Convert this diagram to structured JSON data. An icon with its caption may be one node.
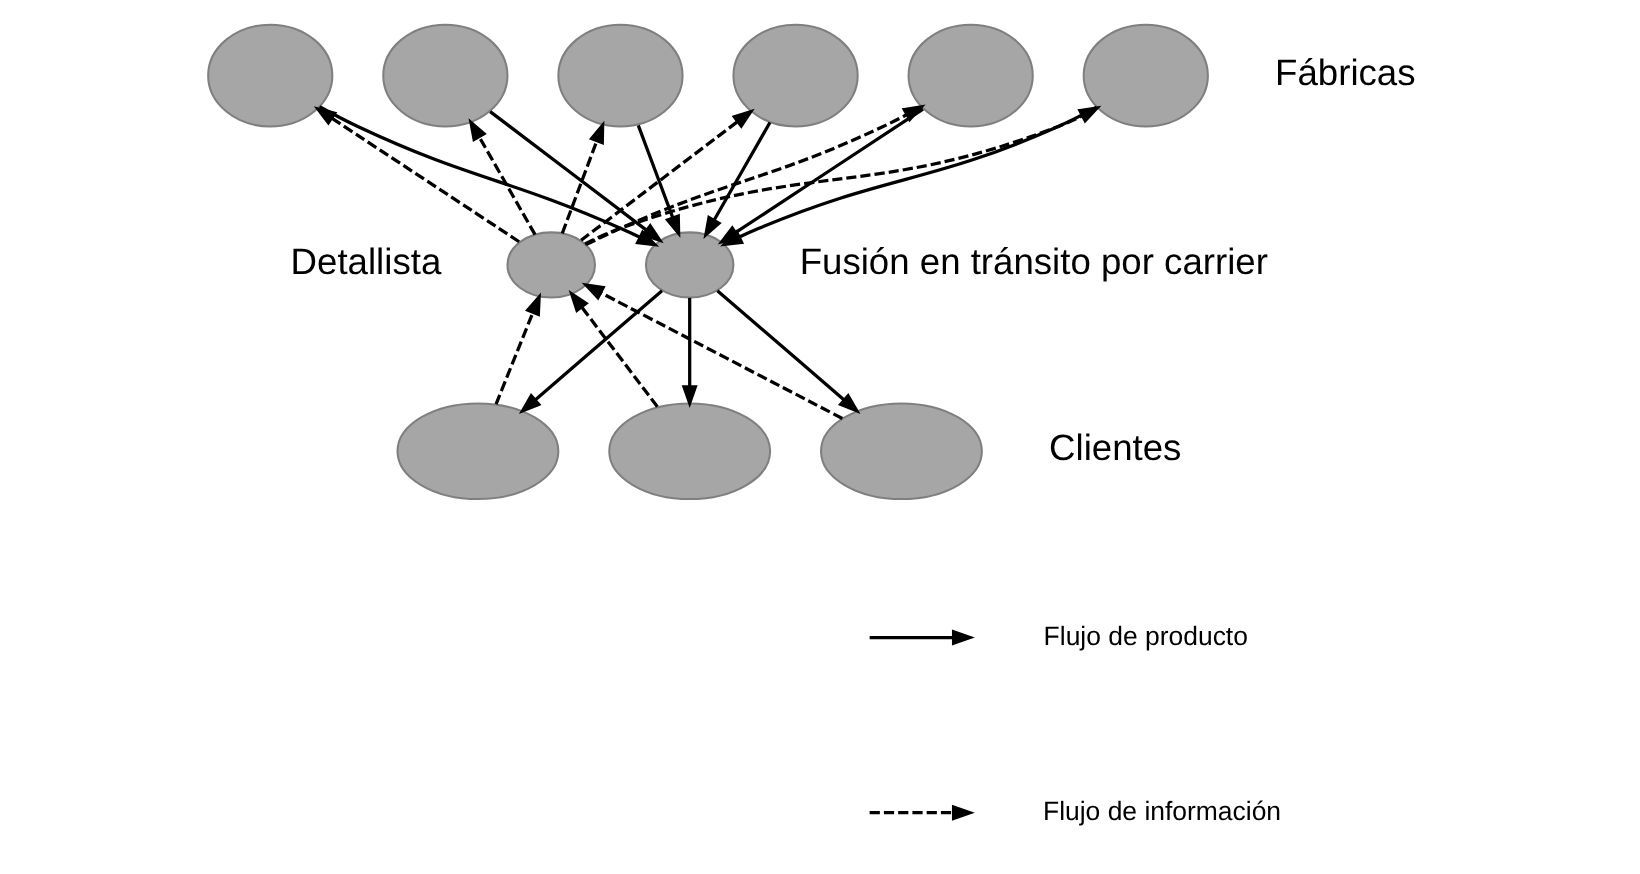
{
  "diagram": {
    "nodes": [
      {
        "text": [],
        "shape": "ellipse"
      },
      {
        "text": [],
        "shape": "ellipse"
      },
      {
        "text": [],
        "shape": "ellipse"
      },
      {
        "text": [],
        "shape": "ellipse"
      },
      {
        "text": [],
        "shape": "ellipse"
      },
      {
        "text": [],
        "shape": "ellipse"
      },
      {
        "text": [],
        "shape": "ellipse"
      },
      {
        "text": [],
        "shape": "ellipse"
      },
      {
        "text": [],
        "shape": "ellipse"
      },
      {
        "text": [],
        "shape": "ellipse"
      },
      {
        "text": [],
        "shape": "ellipse"
      }
    ],
    "edges": [
      {
        "from": 0,
        "to": 7,
        "arrow": "to"
      },
      {
        "from": 1,
        "to": 7,
        "arrow": "to"
      },
      {
        "from": 2,
        "to": 7,
        "arrow": "to"
      },
      {
        "from": 3,
        "to": 7,
        "arrow": "to"
      },
      {
        "from": 4,
        "to": 7,
        "arrow": "to"
      },
      {
        "from": 5,
        "to": 7,
        "arrow": "to"
      },
      {
        "from": 6,
        "to": 0,
        "arrow": "to",
        "style": "dashed"
      },
      {
        "from": 6,
        "to": 1,
        "arrow": "to",
        "style": "dashed"
      },
      {
        "from": 6,
        "to": 2,
        "arrow": "to",
        "style": "dashed"
      },
      {
        "from": 6,
        "to": 3,
        "arrow": "to",
        "style": "dashed"
      },
      {
        "from": 6,
        "to": 4,
        "arrow": "to",
        "style": "dashed"
      },
      {
        "from": 6,
        "to": 5,
        "arrow": "to",
        "style": "dashed"
      },
      {
        "from": 7,
        "to": 8,
        "arrow": "to"
      },
      {
        "from": 7,
        "to": 9,
        "arrow": "to"
      },
      {
        "from": 7,
        "to": 10,
        "arrow": "to"
      },
      {
        "from": 8,
        "to": 6,
        "arrow": "to",
        "style": "dashed"
      },
      {
        "from": 9,
        "to": 6,
        "arrow": "to",
        "style": "dashed"
      },
      {
        "from": 10,
        "to": 6,
        "arrow": "to",
        "style": "dashed"
      }
    ],
    "labels": [
      "Fábricas",
      "Detallista",
      "Fusión en tránsito por carrier",
      "Clientes"
    ],
    "legend": [
      {
        "text": "Flujo de producto"
      },
      {
        "text": "Flujo de información"
      }
    ]
  }
}
